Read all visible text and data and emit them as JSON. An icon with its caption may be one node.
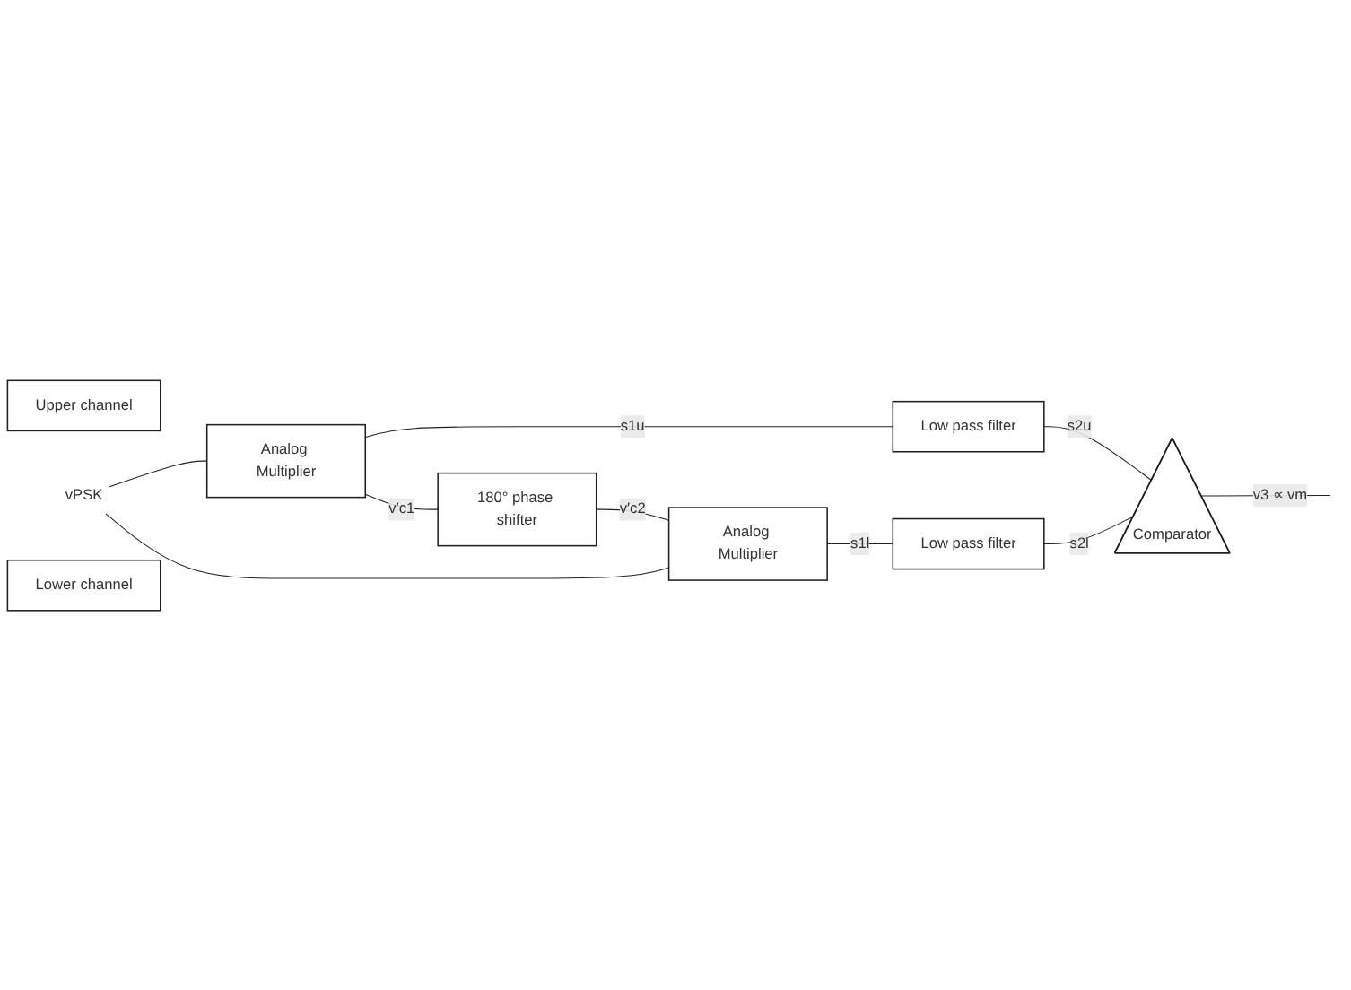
{
  "diagram": {
    "nodes": [
      {
        "text": [
          "Upper channel"
        ]
      },
      {
        "text": [
          "Analog Multiplier"
        ]
      },
      {
        "text": [
          "Low pass filter"
        ]
      },
      {
        "text": [
          "vPSK"
        ]
      },
      {
        "text": [
          "180° phase shifter"
        ]
      },
      {
        "text": [
          "Comparator"
        ]
      },
      {
        "text": [
          "Analog Multiplier"
        ]
      },
      {
        "text": [
          "Low pass filter"
        ]
      },
      {
        "text": [
          "Lower channel"
        ]
      }
    ],
    "edges": [
      {
        "from": 3,
        "to": 1,
        "arrow": "none"
      },
      {
        "from": 3,
        "to": 6,
        "arrow": "none"
      },
      {
        "from": 1,
        "to": 2,
        "arrow": "none",
        "label": "s1u"
      },
      {
        "from": 1,
        "to": 4,
        "arrow": "none",
        "label": "v′c1"
      },
      {
        "from": 4,
        "to": 6,
        "arrow": "none",
        "label": "v′c2"
      },
      {
        "from": 6,
        "to": 7,
        "arrow": "none",
        "label": "s1l"
      },
      {
        "from": 2,
        "to": 5,
        "arrow": "none",
        "label": "s2u"
      },
      {
        "from": 7,
        "to": 5,
        "arrow": "none",
        "label": "s2l"
      },
      {
        "from": 5,
        "to": null,
        "arrow": "none",
        "label": "v3 ∝ vm"
      }
    ]
  }
}
